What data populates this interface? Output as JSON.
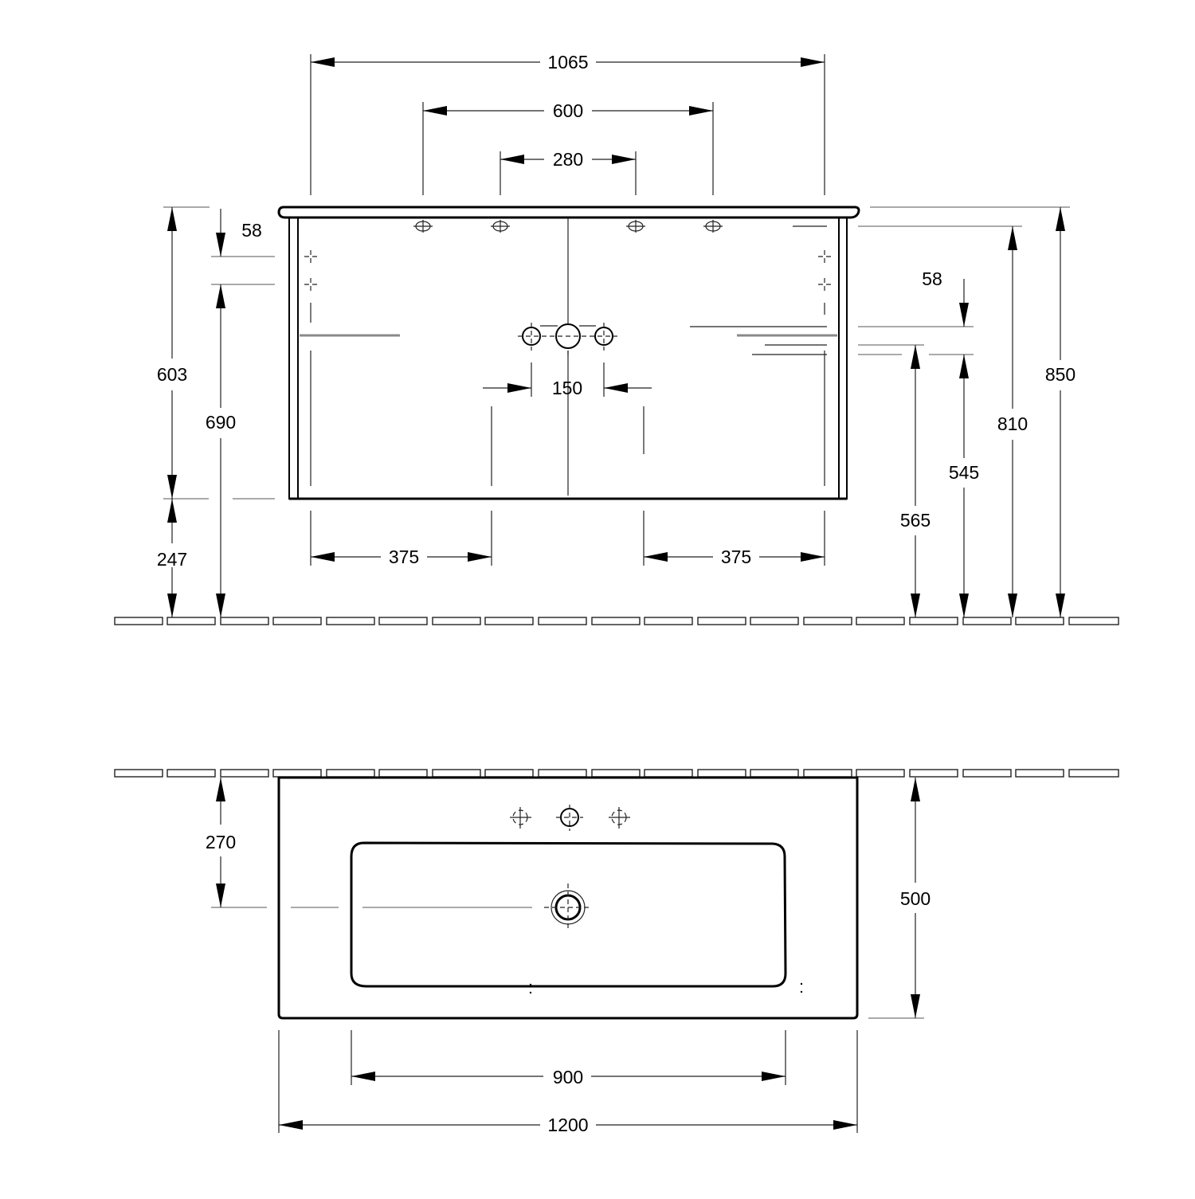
{
  "drawing": {
    "title": "Vanity unit with washbasin - technical dimension drawing",
    "units": "mm",
    "front_view": {
      "width_labels": {
        "overall_cabinet": "1065",
        "handle_spacing_outer": "600",
        "handle_spacing_inner": "280",
        "tap_hole_spacing": "150",
        "drawer_left_width": "375",
        "drawer_right_width": "375"
      },
      "height_labels": {
        "cabinet_body": "603",
        "basin_top_offset": "58",
        "cabinet_underside_to_top_left": "690",
        "floor_clearance": "247",
        "overall_height": "850",
        "basin_top": "810",
        "right_offset": "58",
        "siphon_height": "545",
        "drawer_height": "565"
      }
    },
    "top_view": {
      "labels": {
        "waste_offset": "270",
        "depth": "500",
        "bowl_width": "900",
        "overall_width": "1200"
      }
    }
  }
}
